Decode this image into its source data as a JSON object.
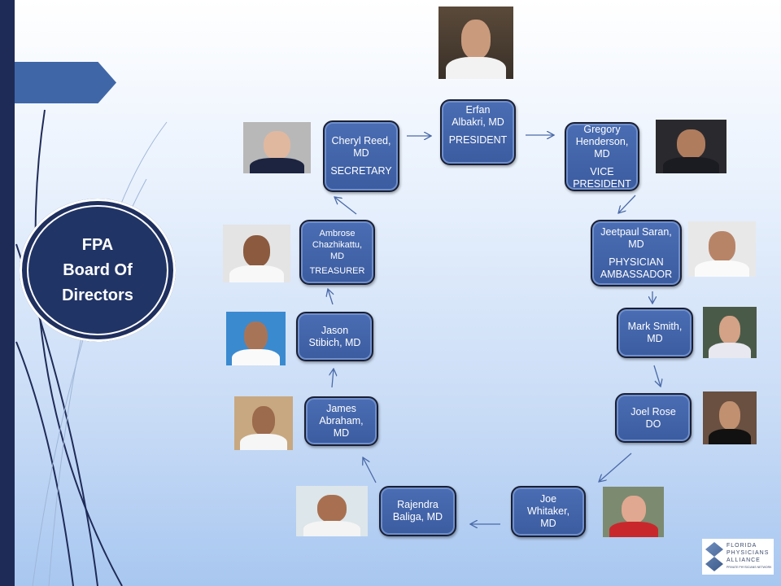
{
  "title": "FPA\nBoard Of\nDirectors",
  "colors": {
    "sidebar": "#1f2b57",
    "box": "#4465ab",
    "accent_tab": "#3f67a8"
  },
  "members": [
    {
      "name": "Erfan\nAlbakri, MD",
      "role": "PRESIDENT"
    },
    {
      "name": "Gregory\nHenderson,\nMD",
      "role": "VICE\nPRESIDENT"
    },
    {
      "name": "Jeetpaul Saran,\nMD",
      "role": "PHYSICIAN\nAMBASSADOR"
    },
    {
      "name": "Mark Smith,\nMD",
      "role": ""
    },
    {
      "name": "Joel  Rose\nDO",
      "role": ""
    },
    {
      "name": "Joe\nWhitaker,\nMD",
      "role": ""
    },
    {
      "name": "Rajendra\nBaliga, MD",
      "role": ""
    },
    {
      "name": "James\nAbraham,\nMD",
      "role": ""
    },
    {
      "name": "Jason\nStibich, MD",
      "role": ""
    },
    {
      "name": "Ambrose\nChazhikattu,\nMD",
      "role": "TREASURER"
    },
    {
      "name": "Cheryl Reed,\nMD",
      "role": "SECRETARY"
    }
  ],
  "logo": {
    "line1": "FLORIDA",
    "line2": "PHYSICIANS",
    "line3": "ALLIANCE",
    "tagline": "PRIVATE PHYSICIANS NETWORK"
  }
}
